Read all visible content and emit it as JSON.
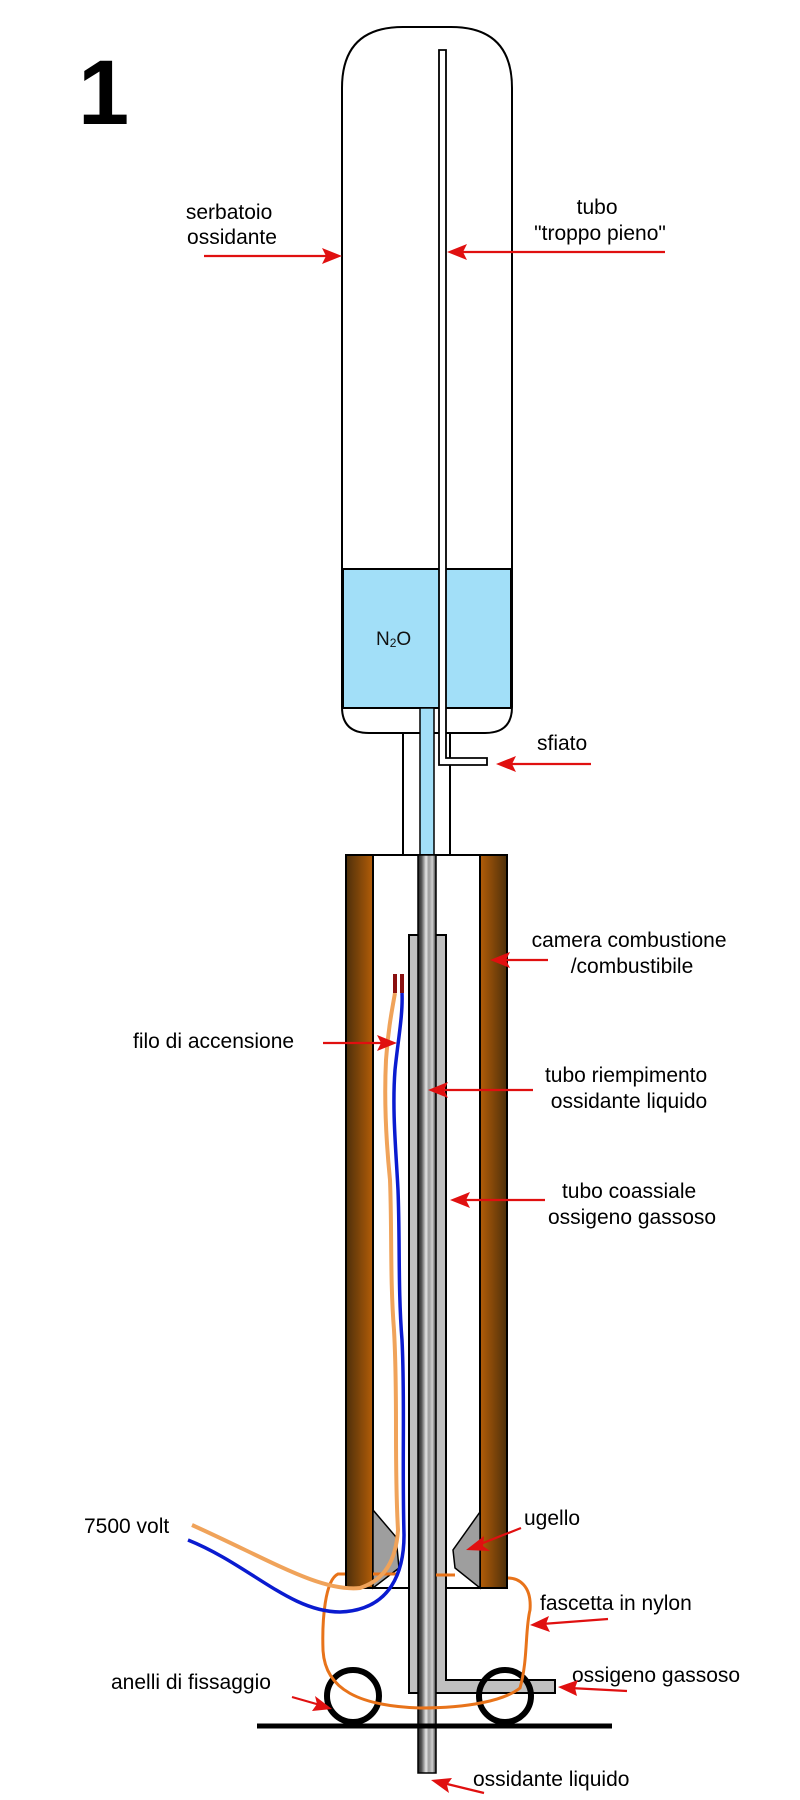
{
  "figure": {
    "number": "1",
    "title": "Schema motore ibrido N2O"
  },
  "tank": {
    "content_label_main": "N",
    "content_label_sub": "2",
    "content_label_end": "O",
    "fill_fraction": 0.3,
    "liquid_color": "#a2dff8"
  },
  "colors": {
    "label_arrow": "#e01010",
    "fuel_grain_dark": "#4d2f0a",
    "fuel_grain_light": "#b35d08",
    "coaxial_tube": "#c0c0c0",
    "wire_orange": "#f0a35a",
    "wire_blue": "#0a1bd0",
    "wire_tip": "#8a1010",
    "nylon_strap": "#e8731a"
  },
  "labels": {
    "serbatoio": [
      "serbatoio",
      "ossidante"
    ],
    "troppo_pieno": [
      "tubo",
      "\"troppo pieno\""
    ],
    "sfiato": [
      "sfiato"
    ],
    "camera": [
      "camera combustione",
      "/combustibile"
    ],
    "filo": [
      "filo di accensione"
    ],
    "riempimento": [
      "tubo riempimento",
      "ossidante liquido"
    ],
    "coassiale": [
      "tubo coassiale",
      "ossigeno gassoso"
    ],
    "volt": [
      "7500 volt"
    ],
    "ugello": [
      "ugello"
    ],
    "fascetta": [
      "fascetta in nylon"
    ],
    "anelli": [
      "anelli di fissaggio"
    ],
    "ossigeno": [
      "ossigeno gassoso"
    ],
    "liquido": [
      "ossidante liquido"
    ]
  }
}
